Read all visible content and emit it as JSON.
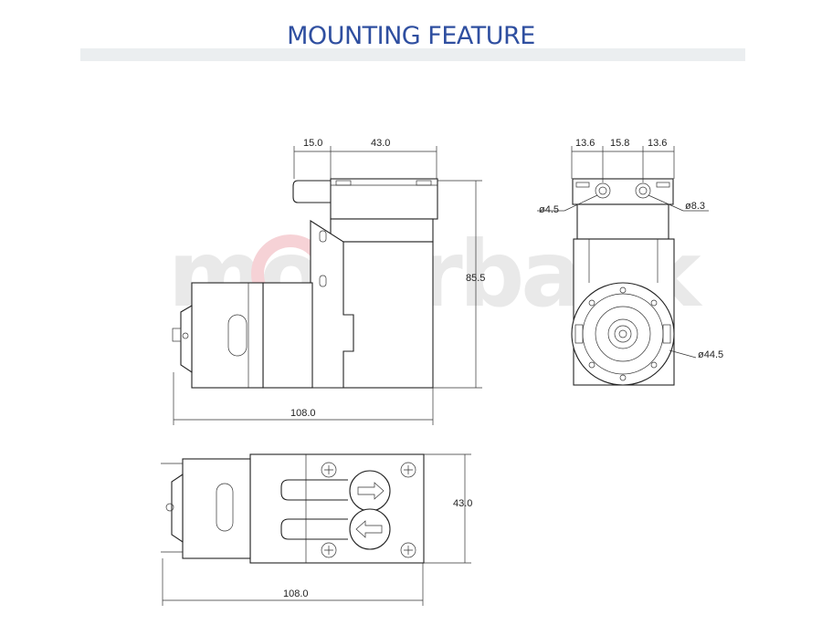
{
  "header": {
    "title": "MOUNTING FEATURE"
  },
  "watermark": {
    "text": "motorbank"
  },
  "side_view": {
    "dim_nozzle": "15.0",
    "dim_head": "43.0",
    "dim_height": "85.5",
    "dim_length": "108.0"
  },
  "front_view": {
    "dim_left": "13.6",
    "dim_mid": "15.8",
    "dim_right": "13.6",
    "dim_hole_small": "ø4.5",
    "dim_hole_large": "ø8.3",
    "dim_motor": "ø44.5"
  },
  "top_view": {
    "dim_width": "43.0",
    "dim_length": "108.0"
  }
}
